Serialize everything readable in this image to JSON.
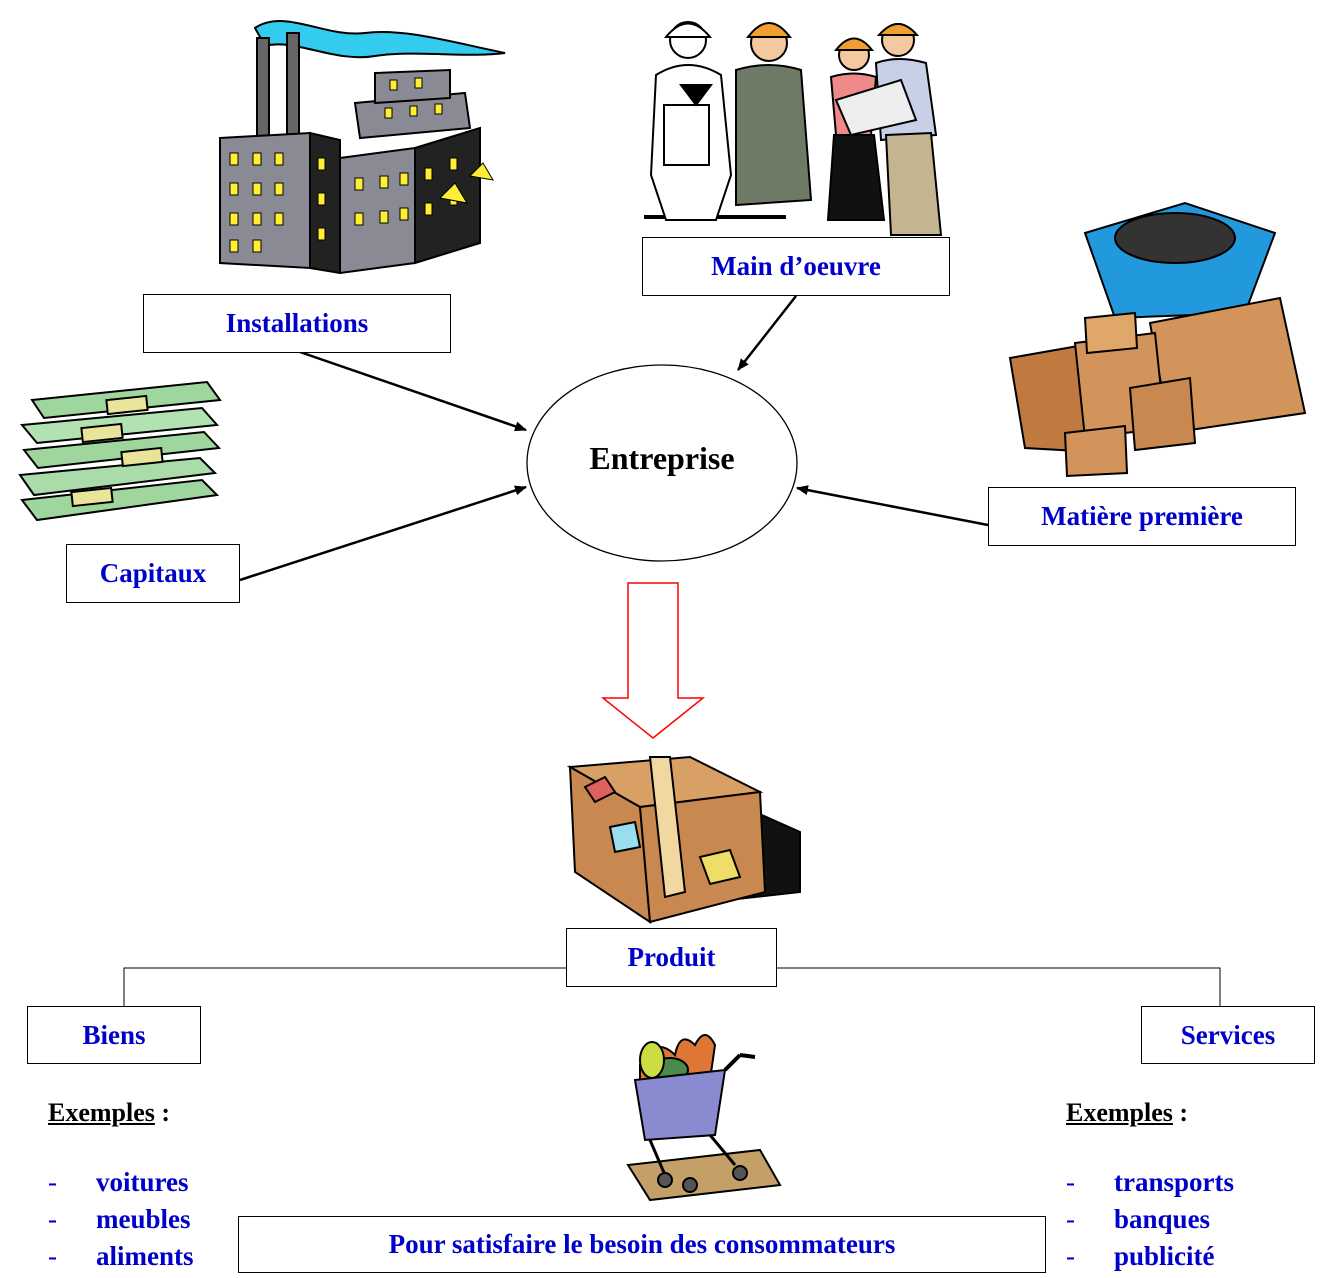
{
  "nodes": {
    "center": "Entreprise",
    "installations": "Installations",
    "main_oeuvre": "Main d’oeuvre",
    "capitaux": "Capitaux",
    "matiere": "Matière première",
    "produit": "Produit",
    "biens": "Biens",
    "services": "Services",
    "besoin": "Pour satisfaire le besoin des consommateurs"
  },
  "examples_left": {
    "title": "Exemples",
    "colon": " :",
    "items": [
      "voitures",
      "meubles",
      "aliments"
    ]
  },
  "examples_right": {
    "title": "Exemples",
    "colon": " :",
    "items": [
      "transports",
      "banques",
      "publicité"
    ]
  },
  "colors": {
    "label": "#0000cc",
    "big_arrow": "#ff0000",
    "connectors": "#000000"
  },
  "icons": [
    "factory-icon",
    "workers-icon",
    "money-stack-icon",
    "raw-materials-icon",
    "package-icon",
    "shopping-cart-icon"
  ]
}
